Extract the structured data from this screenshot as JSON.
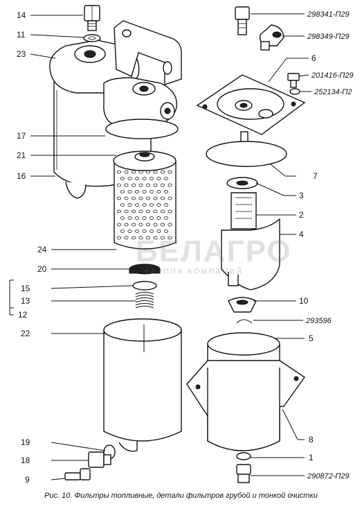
{
  "caption": "Рис. 10. Фильтры топливные, детали фильтров грубой и тонкой очистки",
  "watermark": {
    "brand": "БЕЛАГРО",
    "tagline": "ГРУППА КОМПАНИЙ"
  },
  "callouts": {
    "c14": "14",
    "c11": "11",
    "c23": "23",
    "c17": "17",
    "c21": "21",
    "c16": "16",
    "c24": "24",
    "c20": "20",
    "c15": "15",
    "c13": "13",
    "c12": "12",
    "c22": "22",
    "c19": "19",
    "c18": "18",
    "c9": "9",
    "c6": "6",
    "c7": "7",
    "c3": "3",
    "c2": "2",
    "c4": "4",
    "c10": "10",
    "c5": "5",
    "c8": "8",
    "c1": "1"
  },
  "part_numbers": {
    "p298341": "298341-П29",
    "p298349": "298349-П29",
    "p201416": "201416-П29",
    "p252134": "252134-П2",
    "p293596": "293596",
    "p290872": "290872-П29"
  }
}
